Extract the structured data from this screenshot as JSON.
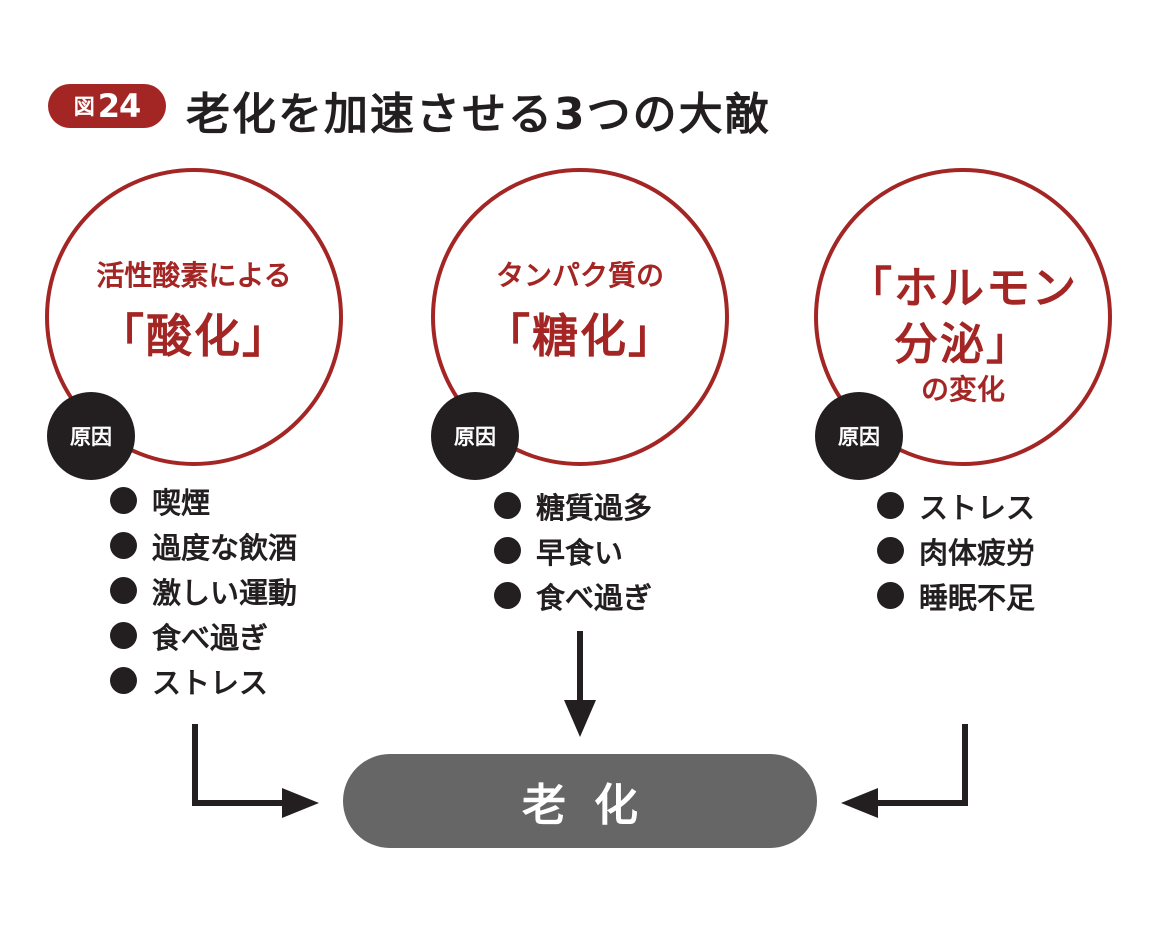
{
  "figure": {
    "label": "図",
    "number": "24",
    "title": "老化を加速させる3つの大敵"
  },
  "colors": {
    "accent": "#a32624",
    "dark": "#231f20",
    "result_fill": "#666667"
  },
  "causes": [
    {
      "lines": [
        "活性酸素による",
        "「酸化」"
      ],
      "cause_label": "原因",
      "items": [
        "喫煙",
        "過度な飲酒",
        "激しい運動",
        "食べ過ぎ",
        "ストレス"
      ]
    },
    {
      "lines": [
        "タンパク質の",
        "「糖化」"
      ],
      "cause_label": "原因",
      "items": [
        "糖質過多",
        "早食い",
        "食べ過ぎ"
      ]
    },
    {
      "lines": [
        "「ホルモン",
        "分泌」",
        "の変化"
      ],
      "cause_label": "原因",
      "items": [
        "ストレス",
        "肉体疲労",
        "睡眠不足"
      ]
    }
  ],
  "result": {
    "label": "老化"
  }
}
